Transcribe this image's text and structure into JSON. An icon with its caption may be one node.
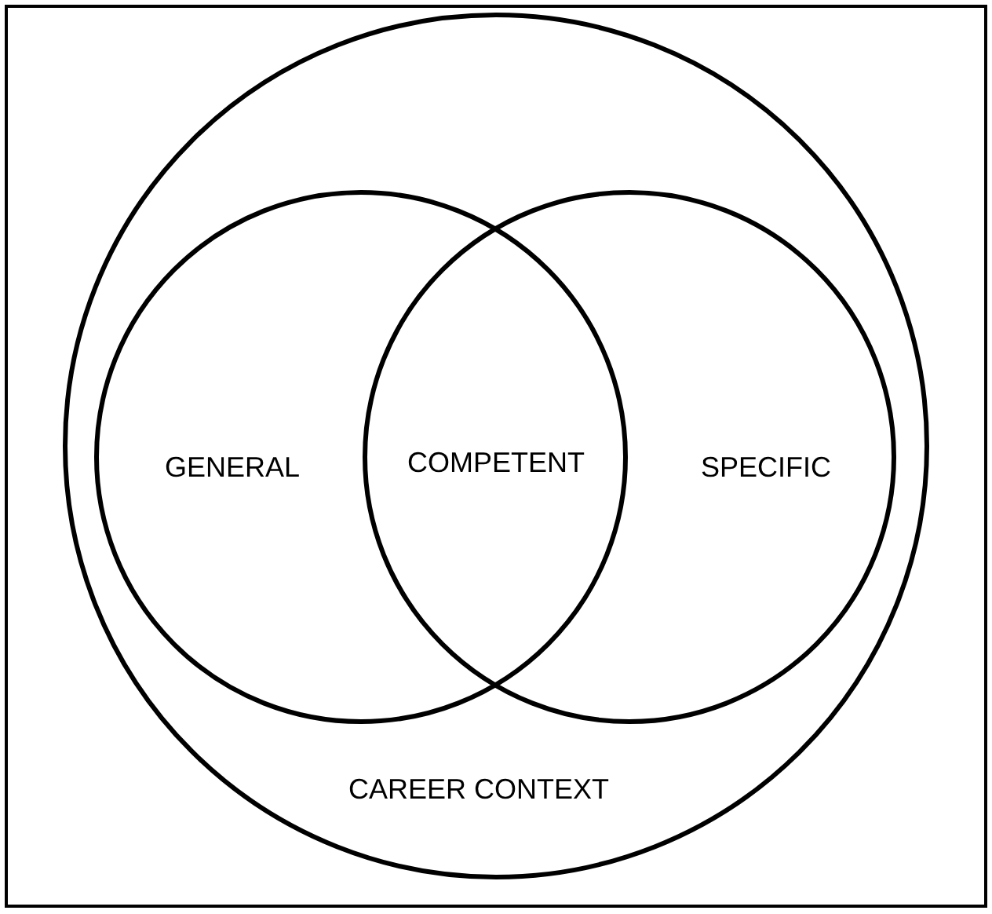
{
  "diagram": {
    "nodes": [
      {
        "text": [
          "CAREER CONTEXT"
        ]
      },
      {
        "text": [
          "GENERAL"
        ],
        "in": 0
      },
      {
        "text": [
          "SPECIFIC"
        ],
        "in": 0
      }
    ],
    "labels": [
      "COMPETENT"
    ]
  }
}
